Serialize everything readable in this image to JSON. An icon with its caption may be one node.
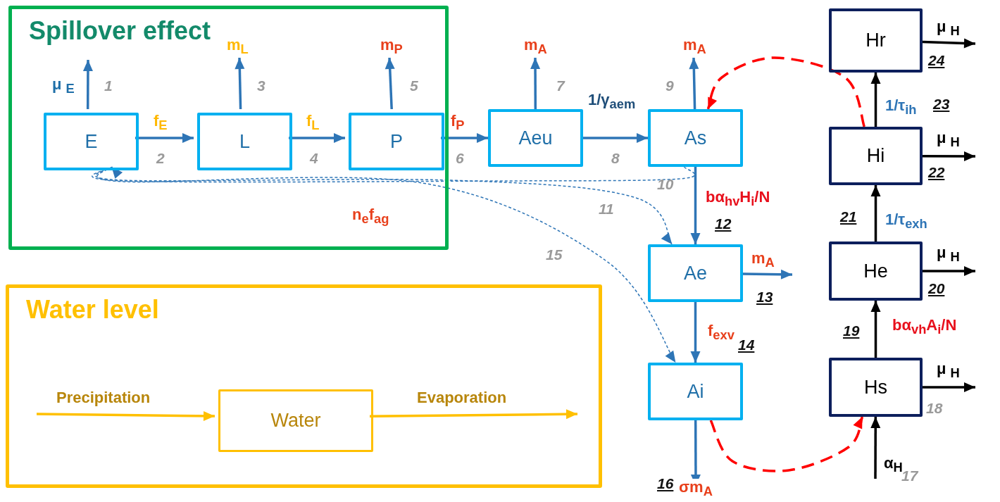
{
  "diagram": {
    "nodes": [
      {
        "text": [
          "Spillover effect"
        ]
      },
      {
        "text": [
          "E"
        ],
        "in": 0
      },
      {
        "text": [
          "L"
        ],
        "in": 0
      },
      {
        "text": [
          "P"
        ],
        "in": 0
      },
      {
        "text": [
          "Aeu"
        ]
      },
      {
        "text": [
          "As"
        ]
      },
      {
        "text": [
          "Ae"
        ]
      },
      {
        "text": [
          "Ai"
        ]
      },
      {
        "text": [
          "Hr"
        ]
      },
      {
        "text": [
          "Hi"
        ]
      },
      {
        "text": [
          "He"
        ]
      },
      {
        "text": [
          "Hs"
        ]
      },
      {
        "text": [
          "Water level"
        ]
      },
      {
        "text": [
          "Water"
        ],
        "in": 12
      }
    ],
    "edges": [
      {
        "from": 1,
        "to": null,
        "arrow": "to",
        "label": "μ $_{E}$"
      },
      {
        "from": 1,
        "to": 2,
        "arrow": "to",
        "label": "f$_{E}$"
      },
      {
        "from": 2,
        "to": null,
        "arrow": "to",
        "label": "m$_{L}$"
      },
      {
        "from": 2,
        "to": 3,
        "arrow": "to",
        "label": "f$_{L}$"
      },
      {
        "from": 3,
        "to": null,
        "arrow": "to",
        "label": "m$_{P}$"
      },
      {
        "from": 3,
        "to": 4,
        "arrow": "to",
        "label": "f$_{P}$"
      },
      {
        "from": 4,
        "to": null,
        "arrow": "to",
        "label": "m$_{A}$"
      },
      {
        "from": 4,
        "to": 5,
        "arrow": "to",
        "label": "1/γ$_{aem}$"
      },
      {
        "from": 5,
        "to": null,
        "arrow": "to",
        "label": "m$_{A}$"
      },
      {
        "from": 5,
        "to": 1,
        "arrow": "to",
        "style": "dashed",
        "label": "n$_{e}$f$_{ag}$"
      },
      {
        "from": 1,
        "to": 6,
        "arrow": "to",
        "style": "dashed"
      },
      {
        "from": 5,
        "to": 6,
        "arrow": "to",
        "label": "bα$_{hv}$H$_{i}$/N"
      },
      {
        "from": 6,
        "to": null,
        "arrow": "to",
        "label": "m$_{A}$"
      },
      {
        "from": 6,
        "to": 7,
        "arrow": "to",
        "label": "f$_{exv}$"
      },
      {
        "from": 1,
        "to": 7,
        "arrow": "to",
        "style": "dashed"
      },
      {
        "from": 7,
        "to": null,
        "arrow": "to",
        "label": "σm$_{A}$"
      },
      {
        "from": 7,
        "to": 11,
        "arrow": "to",
        "style": "dashed",
        "color": "#ff0000"
      },
      {
        "from": null,
        "to": 11,
        "arrow": "to",
        "label": "α$_{H}$",
        "color": "#000000"
      },
      {
        "from": 11,
        "to": null,
        "arrow": "to",
        "label": "μ $_{H}$",
        "color": "#000000"
      },
      {
        "from": 11,
        "to": 10,
        "arrow": "to",
        "label": "bα$_{vh}$A$_{i}$/N",
        "color": "#000000"
      },
      {
        "from": 10,
        "to": null,
        "arrow": "to",
        "label": "μ $_{H}$",
        "color": "#000000"
      },
      {
        "from": 10,
        "to": 9,
        "arrow": "to",
        "label": "1/τ$_{exh}$",
        "color": "#000000"
      },
      {
        "from": 9,
        "to": null,
        "arrow": "to",
        "label": "μ $_{H}$",
        "color": "#000000"
      },
      {
        "from": 9,
        "to": 8,
        "arrow": "to",
        "label": "1/τ$_{ih}$",
        "color": "#000000"
      },
      {
        "from": 8,
        "to": null,
        "arrow": "to",
        "label": "μ $_{H}$",
        "color": "#000000"
      },
      {
        "from": 9,
        "to": 5,
        "arrow": "to",
        "style": "dashed",
        "color": "#ff0000"
      },
      {
        "from": null,
        "to": 13,
        "arrow": "to",
        "label": "Precipitation",
        "color": "#ffc000"
      },
      {
        "from": 13,
        "to": null,
        "arrow": "to",
        "label": "Evaporation",
        "color": "#ffc000"
      }
    ],
    "labels": [
      "1",
      "2",
      "3",
      "4",
      "5",
      "6",
      "7",
      "8",
      "9",
      "10",
      "11",
      "12",
      "13",
      "14",
      "15",
      "16",
      "17",
      "18",
      "19",
      "20",
      "21",
      "22",
      "23",
      "24"
    ]
  }
}
